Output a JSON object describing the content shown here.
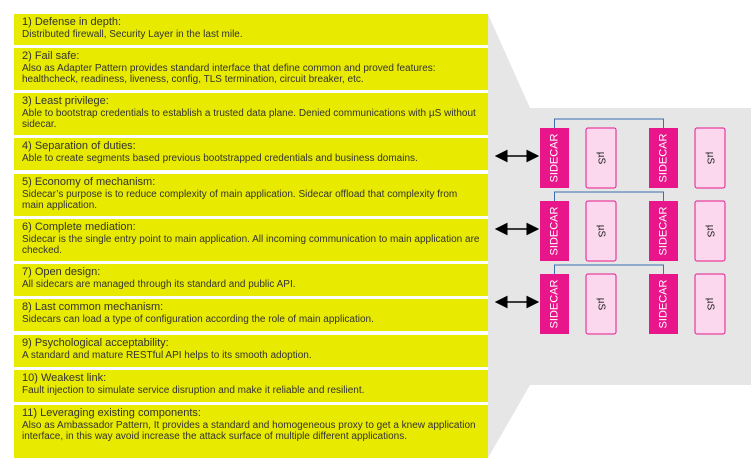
{
  "principles": [
    {
      "title": "1) Defense in depth:",
      "desc": "Distributed firewall, Security Layer in the last mile."
    },
    {
      "title": "2) Fail safe:",
      "desc": "Also as Adapter Pattern provides standard interface that define common and proved features: healthcheck, readiness, liveness, config, TLS termination, circuit breaker, etc."
    },
    {
      "title": "3) Least privilege:",
      "desc": "Able to bootstrap credentials to establish a trusted data plane. Denied communications with µS without sidecar."
    },
    {
      "title": "4) Separation of duties:",
      "desc": "Able to create segments based previous bootstrapped credentials and business domains."
    },
    {
      "title": "5) Economy of mechanism:",
      "desc": "Sidecar’s purpose is to reduce complexity of main application. Sidecar offload that complexity from main application."
    },
    {
      "title": "6) Complete mediation:",
      "desc": "Sidecar is the single entry point to main application. All incoming communication to main application are checked."
    },
    {
      "title": "7) Open design:",
      "desc": "All sidecars are managed through its standard and public API."
    },
    {
      "title": "8) Last common mechanism:",
      "desc": "Sidecars can load a type of configuration according the role of main application."
    },
    {
      "title": "9) Psychological acceptability:",
      "desc": "A standard and mature RESTful API helps to its smooth adoption."
    },
    {
      "title": "10) Weakest link:",
      "desc": "Fault injection to simulate service disruption and make it reliable and resilient."
    },
    {
      "title": "11) Leveraging existing components:",
      "desc": "Also as Ambassador Pattern, It provides a standard and homogeneous proxy to get a knew application interface, in this way avoid increase the attack surface of multiple different applications."
    }
  ],
  "diagram": {
    "sidecar_label": "SIDECAR",
    "service_label": "µS"
  },
  "colors": {
    "principle_bg": "#e8ea00",
    "sidecar": "#e8168a",
    "service_bg": "#fbd8ee",
    "service_border": "#e8168a",
    "callout_bg": "#e6e6e6",
    "link_line": "#3a6fb0"
  }
}
